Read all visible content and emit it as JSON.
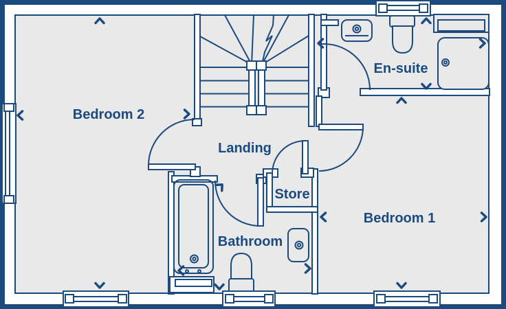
{
  "colors": {
    "line": "#1b4a7e",
    "floor": "#e9e9e9",
    "background": "#ffffff"
  },
  "rooms": {
    "bedroom2": {
      "label": "Bedroom 2"
    },
    "landing": {
      "label": "Landing"
    },
    "ensuite": {
      "label": "En-suite"
    },
    "store": {
      "label": "Store"
    },
    "bathroom": {
      "label": "Bathroom"
    },
    "bedroom1": {
      "label": "Bedroom 1"
    }
  }
}
